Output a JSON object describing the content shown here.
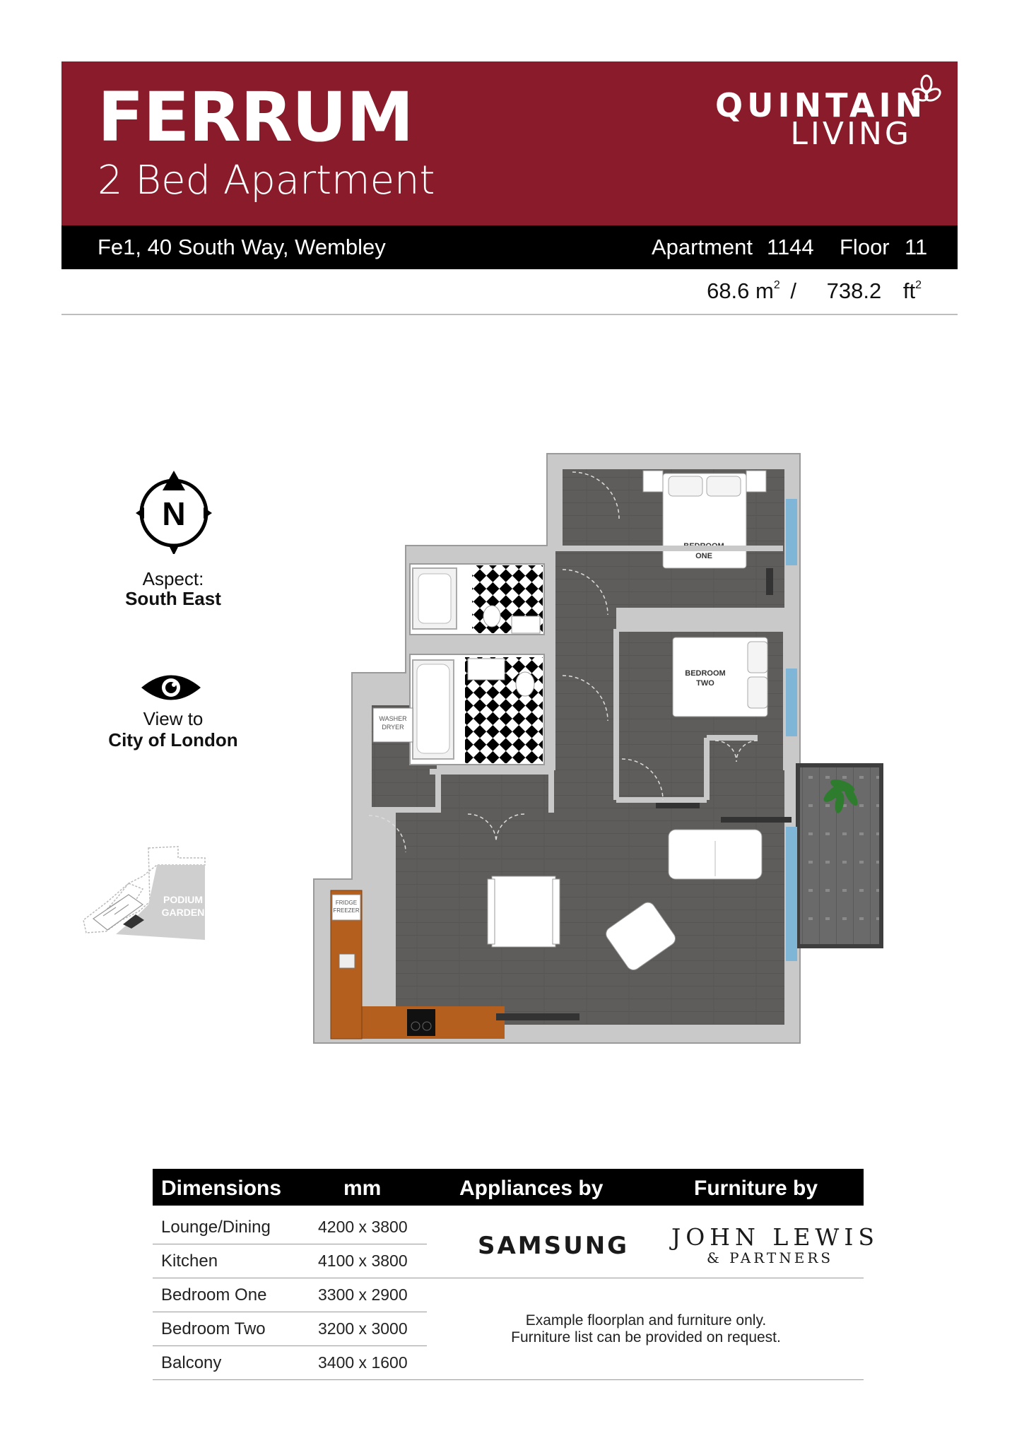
{
  "header": {
    "title": "FERRUM",
    "subtitle": "2 Bed Apartment",
    "logo_line1": "QUINTAIN",
    "logo_line2": "LIVING"
  },
  "address_bar": {
    "address": "Fe1, 40 South Way, Wembley",
    "apartment_label": "Apartment",
    "apartment_number": "1144",
    "floor_label": "Floor",
    "floor_number": "11"
  },
  "area": {
    "sqm": "68.6",
    "sqm_unit": "m",
    "separator": "/",
    "sqft": "738.2",
    "sqft_unit": "ft"
  },
  "info": {
    "compass_letter": "N",
    "aspect_label": "Aspect:",
    "aspect_value": "South East",
    "view_label": "View to",
    "view_value": "City of London",
    "site_label_1": "PODIUM",
    "site_label_2": "GARDEN"
  },
  "plan_labels": {
    "bedroom_one_1": "BEDROOM",
    "bedroom_one_2": "ONE",
    "bedroom_two_1": "BEDROOM",
    "bedroom_two_2": "TWO",
    "washer_1": "WASHER",
    "washer_2": "DRYER",
    "fridge_1": "FRIDGE",
    "fridge_2": "FREEZER"
  },
  "table": {
    "headers": {
      "dimensions": "Dimensions",
      "mm": "mm",
      "appliances": "Appliances by",
      "furniture": "Furniture by"
    },
    "rows": [
      {
        "room": "Lounge/Dining",
        "mm": "4200 x 3800"
      },
      {
        "room": "Kitchen",
        "mm": "4100 x 3800"
      },
      {
        "room": "Bedroom One",
        "mm": "3300 x 2900"
      },
      {
        "room": "Bedroom Two",
        "mm": "3200 x 3000"
      },
      {
        "room": "Balcony",
        "mm": "3400 x 1600"
      }
    ],
    "appliances_brand": "SAMSUNG",
    "furniture_brand": "JOHN LEWIS",
    "furniture_brand_sub": "& PARTNERS",
    "note_line1": "Example floorplan and furniture only.",
    "note_line2": "Furniture list can be provided on request."
  },
  "colors": {
    "brand_red": "#8a1b2a",
    "bar_black": "#000000",
    "floor_grey": "#5f5d5b",
    "wall_grey": "#c9c9c9",
    "kitchen_wood": "#b45f1e"
  }
}
